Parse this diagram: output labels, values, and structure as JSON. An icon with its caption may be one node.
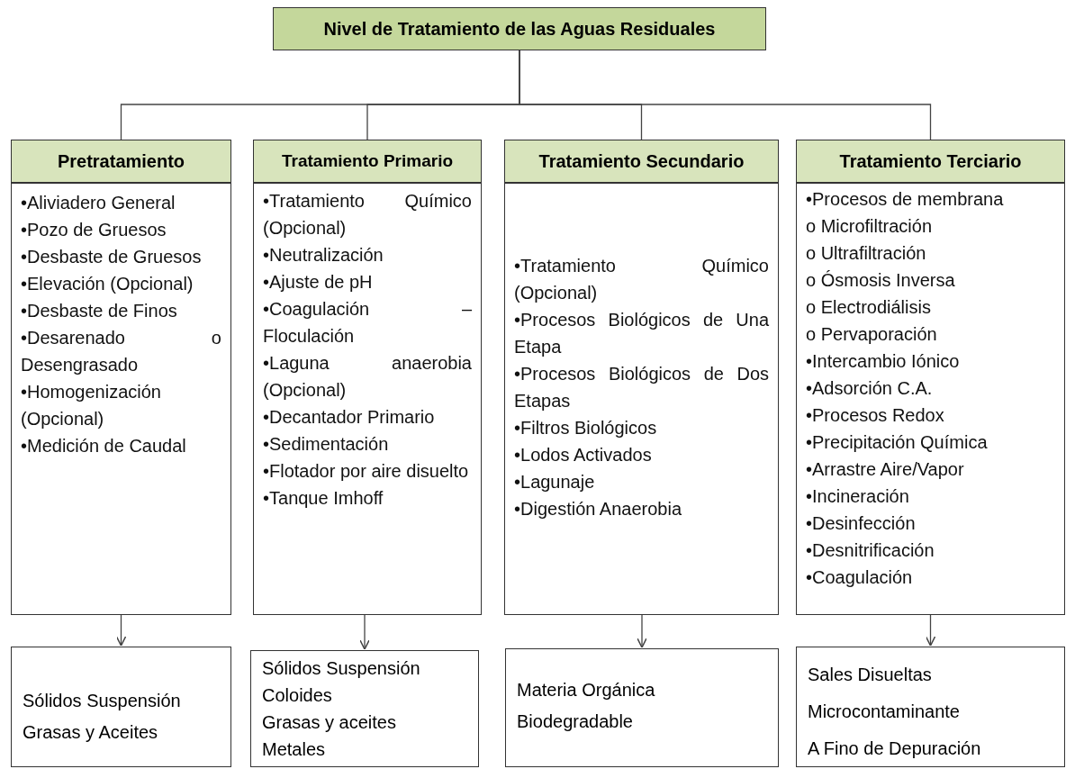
{
  "diagram": {
    "nodes": [
      {
        "text": [
          "Nivel de Tratamiento de las Aguas Residuales"
        ]
      },
      {
        "text": [
          "Pretratamiento",
          "•Aliviadero General",
          "•Pozo de Gruesos",
          "•Desbaste de Gruesos",
          "•Elevación (Opcional)",
          "•Desbaste de Finos",
          "•Desarenado o Desengrasado",
          "•Homogenización (Opcional)",
          "•Medición de Caudal"
        ]
      },
      {
        "text": [
          "Tratamiento Primario",
          "•Tratamiento Químico (Opcional)",
          "•Neutralización",
          "•Ajuste de pH",
          "•Coagulación – Floculación",
          "•Laguna anaerobia (Opcional)",
          "•Decantador Primario",
          "•Sedimentación",
          "•Flotador por aire disuelto",
          "•Tanque Imhoff"
        ]
      },
      {
        "text": [
          "Tratamiento Secundario",
          "•Tratamiento Químico (Opcional)",
          "•Procesos Biológicos de Una Etapa",
          "•Procesos Biológicos de Dos Etapas",
          "•Filtros Biológicos",
          "•Lodos Activados",
          "•Lagunaje",
          "•Digestión Anaerobia"
        ]
      },
      {
        "text": [
          "Tratamiento Terciario",
          "•Procesos de membrana",
          "o Microfiltración",
          "o Ultrafiltración",
          "o Ósmosis Inversa",
          "o Electrodiálisis",
          "o Pervaporación",
          "•Intercambio Iónico",
          "•Adsorción C.A.",
          "•Procesos Redox",
          "•Precipitación Química",
          "•Arrastre Aire/Vapor",
          "•Incineración",
          "•Desinfección",
          "•Desnitrificación",
          "•Coagulación"
        ]
      },
      {
        "text": [
          "Sólidos Suspensión",
          "Grasas y Aceites"
        ]
      },
      {
        "text": [
          "Sólidos Suspensión",
          "Coloides",
          "Grasas y aceites",
          "Metales"
        ]
      },
      {
        "text": [
          "Materia Orgánica Biodegradable"
        ]
      },
      {
        "text": [
          "Sales Disueltas",
          "Microcontaminante",
          "A Fino de Depuración"
        ]
      }
    ],
    "edges": [
      {
        "from": 0,
        "to": 1,
        "arrow": "none"
      },
      {
        "from": 0,
        "to": 2,
        "arrow": "none"
      },
      {
        "from": 0,
        "to": 3,
        "arrow": "none"
      },
      {
        "from": 0,
        "to": 4,
        "arrow": "none"
      },
      {
        "from": 1,
        "to": 5,
        "arrow": "to"
      },
      {
        "from": 2,
        "to": 6,
        "arrow": "to"
      },
      {
        "from": 3,
        "to": 7,
        "arrow": "to"
      },
      {
        "from": 4,
        "to": 8,
        "arrow": "to"
      }
    ]
  }
}
